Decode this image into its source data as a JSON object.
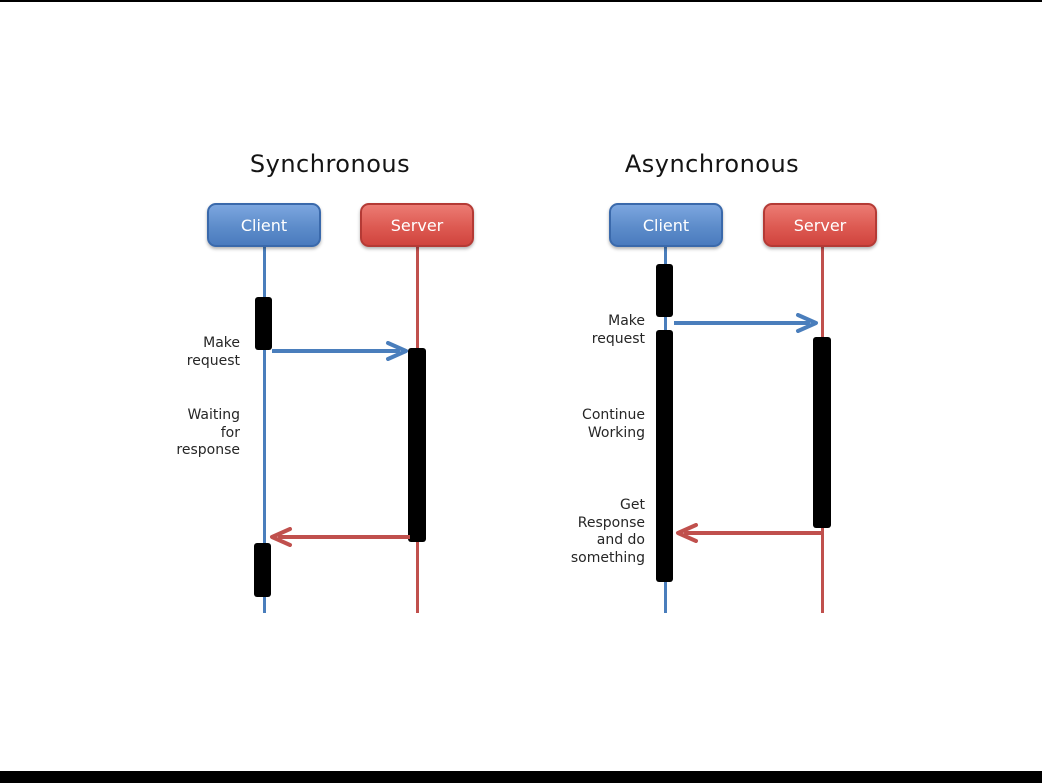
{
  "titles": {
    "sync": "Synchronous",
    "async": "Asynchronous"
  },
  "actors": {
    "client": "Client",
    "server": "Server"
  },
  "sync": {
    "make_request": "Make\nrequest",
    "waiting": "Waiting\nfor\nresponse"
  },
  "async": {
    "make_request": "Make\nrequest",
    "continue_working": "Continue\nWorking",
    "get_response": "Get\nResponse\nand do\nsomething"
  },
  "colors": {
    "client_blue": "#4A7EBC",
    "client_box_gradient_top": "#7CA6DF",
    "client_box_gradient_bottom": "#4A7BBE",
    "server_red": "#C0504D",
    "server_box_gradient_top": "#EC7B73",
    "server_box_gradient_bottom": "#D0443E",
    "activation_bar": "#000000",
    "background": "#FFFFFF",
    "frame": "#000000"
  }
}
